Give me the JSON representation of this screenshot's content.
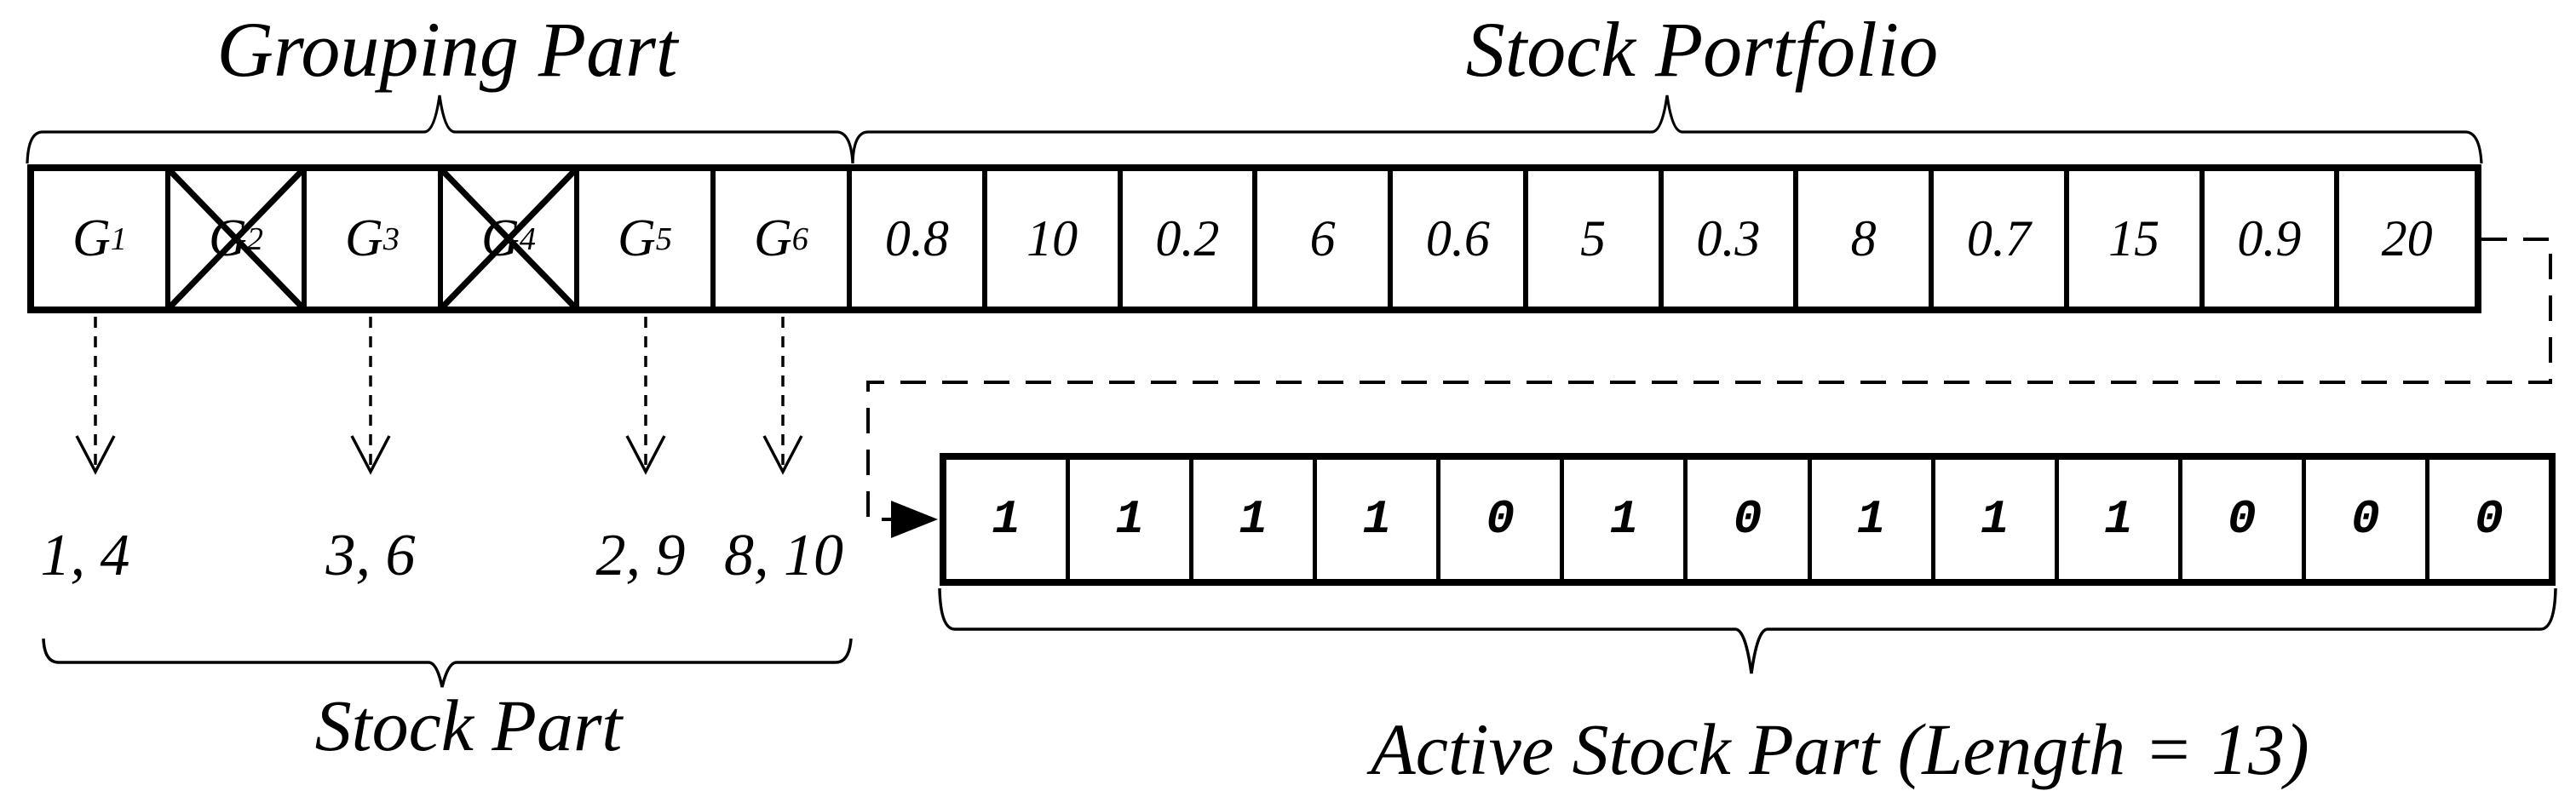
{
  "figure": {
    "colors": {
      "ink": "#000000",
      "background": "#ffffff"
    },
    "grouping": {
      "label": "Grouping Part",
      "bottom_label": "Stock Part",
      "cells": [
        {
          "base": "G",
          "sub": "1",
          "crossed": false
        },
        {
          "base": "G",
          "sub": "2",
          "crossed": true
        },
        {
          "base": "G",
          "sub": "3",
          "crossed": false
        },
        {
          "base": "G",
          "sub": "4",
          "crossed": true
        },
        {
          "base": "G",
          "sub": "5",
          "crossed": false
        },
        {
          "base": "G",
          "sub": "6",
          "crossed": false
        }
      ],
      "stock_lists": [
        "1, 4",
        "3, 6",
        "2, 9",
        "8, 10"
      ]
    },
    "portfolio": {
      "label": "Stock Portfolio",
      "values": [
        "0.8",
        "10",
        "0.2",
        "6",
        "0.6",
        "5",
        "0.3",
        "8",
        "0.7",
        "15",
        "0.9",
        "20"
      ]
    },
    "active": {
      "label": "Active Stock Part (Length = 13)",
      "bits": [
        "1",
        "1",
        "1",
        "1",
        "0",
        "1",
        "0",
        "1",
        "1",
        "1",
        "0",
        "0",
        "0"
      ]
    }
  }
}
